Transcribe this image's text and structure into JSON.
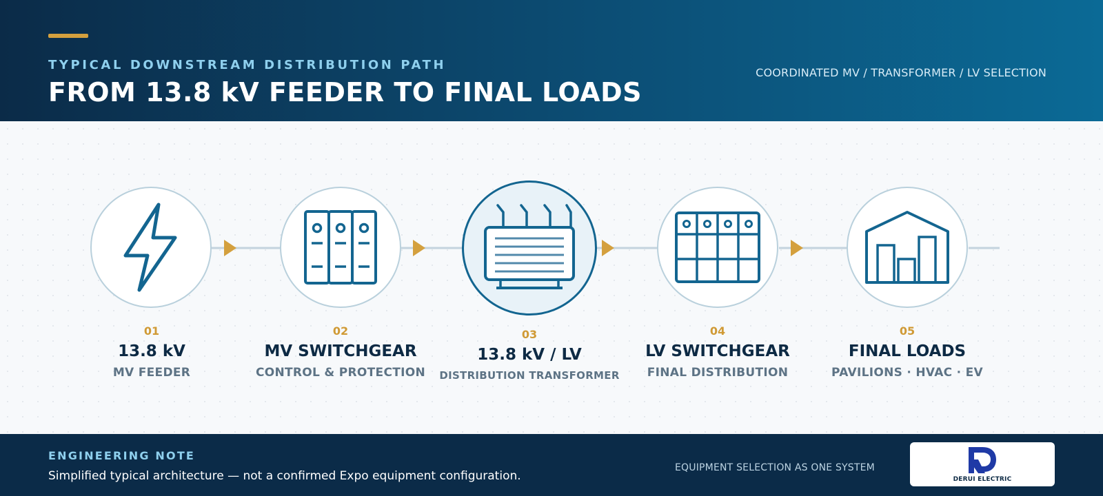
{
  "header": {
    "kicker": "TYPICAL DOWNSTREAM DISTRIBUTION PATH",
    "title": "FROM 13.8 kV FEEDER TO FINAL LOADS",
    "right_text": "COORDINATED MV / TRANSFORMER / LV SELECTION"
  },
  "steps": [
    {
      "number": "01",
      "title": "13.8 kV",
      "subtitle": "MV FEEDER",
      "icon": "lightning-bolt-icon"
    },
    {
      "number": "02",
      "title": "MV SWITCHGEAR",
      "subtitle": "CONTROL & PROTECTION",
      "icon": "switchgear-panels-icon"
    },
    {
      "number": "03",
      "title": "13.8 kV / LV",
      "subtitle": "DISTRIBUTION TRANSFORMER",
      "icon": "transformer-icon",
      "highlighted": true
    },
    {
      "number": "04",
      "title": "LV SWITCHGEAR",
      "subtitle": "FINAL DISTRIBUTION",
      "icon": "lv-panel-grid-icon"
    },
    {
      "number": "05",
      "title": "FINAL LOADS",
      "subtitle": "PAVILIONS · HVAC · EV",
      "icon": "building-loads-icon"
    }
  ],
  "footer": {
    "note_title": "ENGINEERING NOTE",
    "note_text": "Simplified typical architecture — not a confirmed Expo equipment configuration.",
    "right_text": "EQUIPMENT SELECTION AS ONE SYSTEM",
    "logo_text": "DERUI ELECTRIC"
  },
  "colors": {
    "header_dark": "#0b2b48",
    "header_light": "#0b6a96",
    "accent_gold": "#d4a03e",
    "icon_blue": "#136590",
    "kicker_blue": "#8fd0ee",
    "logo_blue": "#1f3aa6"
  }
}
